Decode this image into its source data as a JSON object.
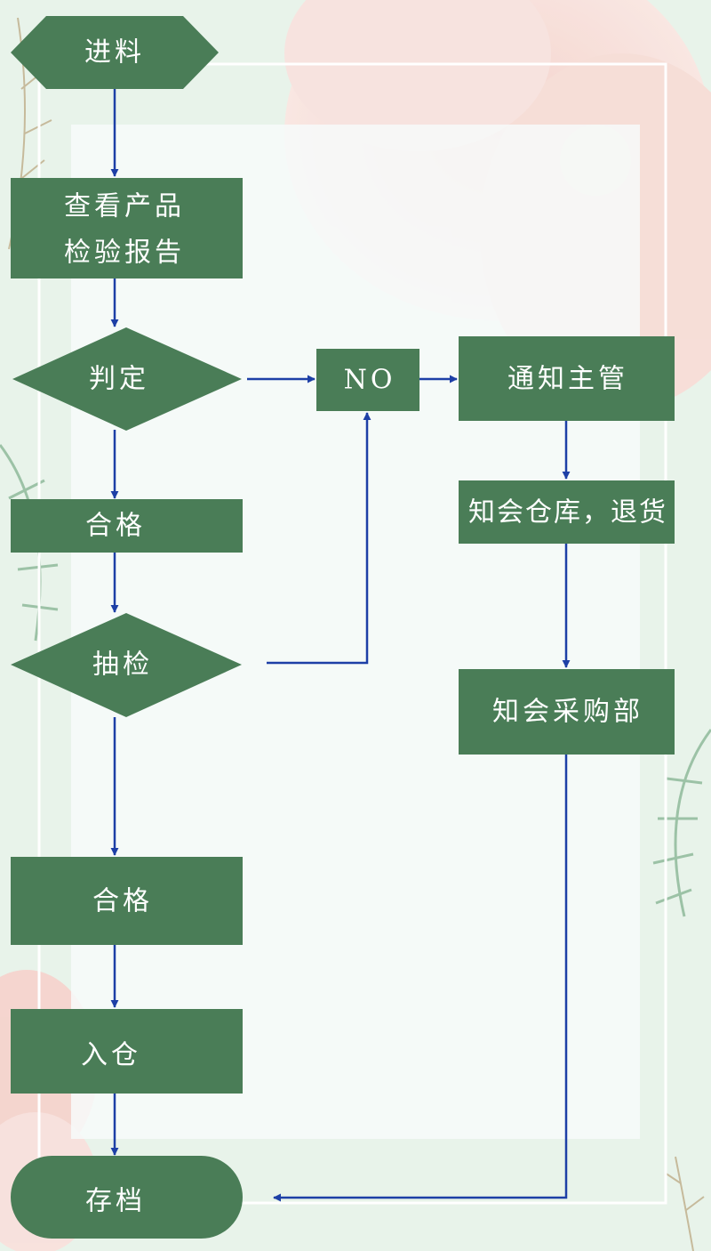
{
  "colors": {
    "node_fill": "#4a7d57",
    "node_text": "#ffffff",
    "arrow": "#1d3fa6",
    "background": "#e8f3ea",
    "panel": "#f7fafa"
  },
  "nodes": {
    "start": "进料",
    "check_report_line1": "查看产品",
    "check_report_line2": "检验报告",
    "judge": "判定",
    "no": "NO",
    "notify_manager": "通知主管",
    "notify_warehouse": "知会仓库，退货",
    "pass_1": "合格",
    "sampling": "抽检",
    "notify_purchasing": "知会采购部",
    "pass_2": "合格",
    "store": "入仓",
    "archive": "存档"
  }
}
